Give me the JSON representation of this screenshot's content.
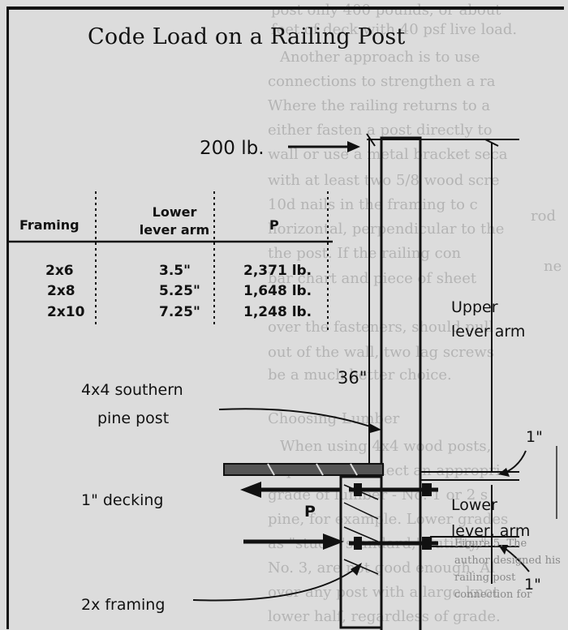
{
  "title": "Code Load on a Railing Post",
  "background_text": [
    "post only 400 pounds, or about",
    "feet of deck with 40 psf live load.",
    "Another approach is to use",
    "connections to strengthen a ra",
    "Where the railing returns to a",
    "either fasten a post directly to",
    "wall or use a metal bracket seca",
    "with at least two 5/8 wood scre",
    "10d nails in the framing to c",
    "horizontal, perpendicular to the",
    "the post. If the railing con",
    "bar chart and piece of sheet",
    "over the fasteners, should pull",
    "out of the wall, two lag screws",
    "be a much better choice.",
    "Choosing Lumber",
    "When using 4x4 wood posts,",
    "important to select an appropri",
    "grade of lumber - No. 1 or 2 s",
    "pine, for example. Lower grades",
    "as \"stud\" \"standard,\" \"utility,\"",
    "No. 3, are not good enough. Al",
    "over any post with a large knot",
    "lower half, regardless of grade."
  ],
  "side_text": [
    "rod",
    "ne"
  ],
  "caption": [
    "Figure 5. The",
    "author designed his",
    "railing post",
    "connection for"
  ],
  "labels": {
    "load": "200 lb.",
    "upper_lever_arm": [
      "Upper",
      "lever arm"
    ],
    "height": "36\"",
    "post": [
      "4x4 southern",
      "pine post"
    ],
    "decking": "1\" decking",
    "p_force": "P",
    "lower_lever_arm": [
      "Lower",
      "lever, arm"
    ],
    "one_inch_top": "1\"",
    "one_inch_bottom": "1\"",
    "framing": "2x framing"
  },
  "table": {
    "headers": [
      "Framing",
      "Lower lever arm",
      "P"
    ],
    "rows": [
      [
        "2x6",
        "3.5\"",
        "2,371 lb."
      ],
      [
        "2x8",
        "5.25\"",
        "1,648 lb."
      ],
      [
        "2x10",
        "7.25\"",
        "1,248 lb."
      ]
    ]
  }
}
